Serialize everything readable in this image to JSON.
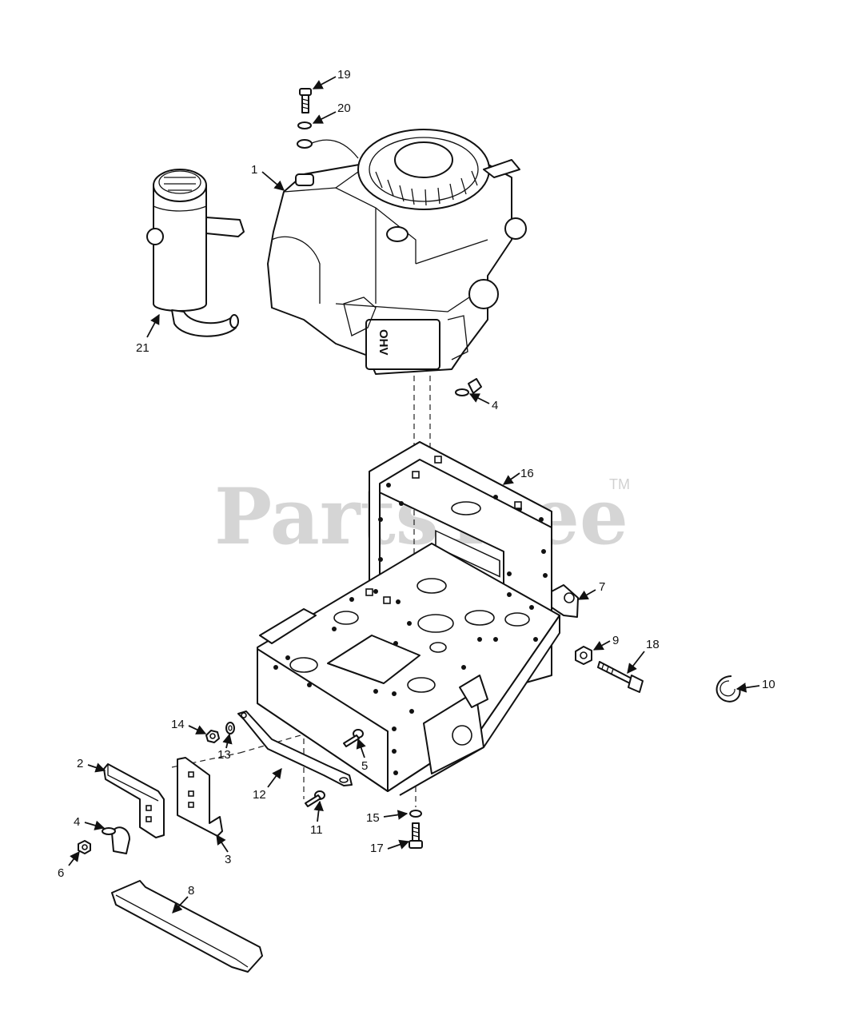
{
  "watermark": {
    "text": "PartsTree",
    "trademark": "TM"
  },
  "engine_badge": {
    "text": "OHV"
  },
  "callouts": [
    {
      "id": "c19",
      "label": "19"
    },
    {
      "id": "c20",
      "label": "20"
    },
    {
      "id": "c1",
      "label": "1"
    },
    {
      "id": "c21",
      "label": "21"
    },
    {
      "id": "c4a",
      "label": "4"
    },
    {
      "id": "c16",
      "label": "16"
    },
    {
      "id": "c7",
      "label": "7"
    },
    {
      "id": "c9",
      "label": "9"
    },
    {
      "id": "c18",
      "label": "18"
    },
    {
      "id": "c10",
      "label": "10"
    },
    {
      "id": "c14",
      "label": "14"
    },
    {
      "id": "c13",
      "label": "13"
    },
    {
      "id": "c5",
      "label": "5"
    },
    {
      "id": "c2",
      "label": "2"
    },
    {
      "id": "c12",
      "label": "12"
    },
    {
      "id": "c4b",
      "label": "4"
    },
    {
      "id": "c11",
      "label": "11"
    },
    {
      "id": "c3",
      "label": "3"
    },
    {
      "id": "c15",
      "label": "15"
    },
    {
      "id": "c6",
      "label": "6"
    },
    {
      "id": "c17",
      "label": "17"
    },
    {
      "id": "c8",
      "label": "8"
    }
  ]
}
